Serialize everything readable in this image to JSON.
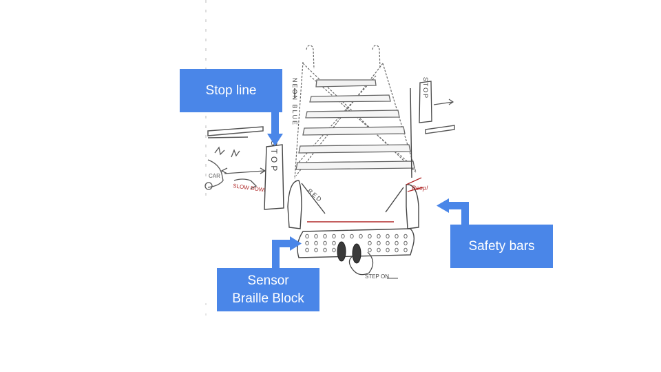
{
  "callouts": {
    "stop_line": "Stop line",
    "safety_bars": "Safety bars",
    "sensor_line1": "Sensor",
    "sensor_line2": "Braille Block"
  },
  "sketch": {
    "stop_left": "STOP",
    "stop_right": "STOP",
    "neon_blue": "NEON BLUE",
    "red": "RED",
    "car": "CAR",
    "slow_down": "SLOW DOWN",
    "beep": "Beep!",
    "step_on": "STEP ON"
  },
  "colors": {
    "accent": "#4a86e8",
    "sketch_ink": "#555555",
    "sketch_red": "#b02a2a"
  }
}
